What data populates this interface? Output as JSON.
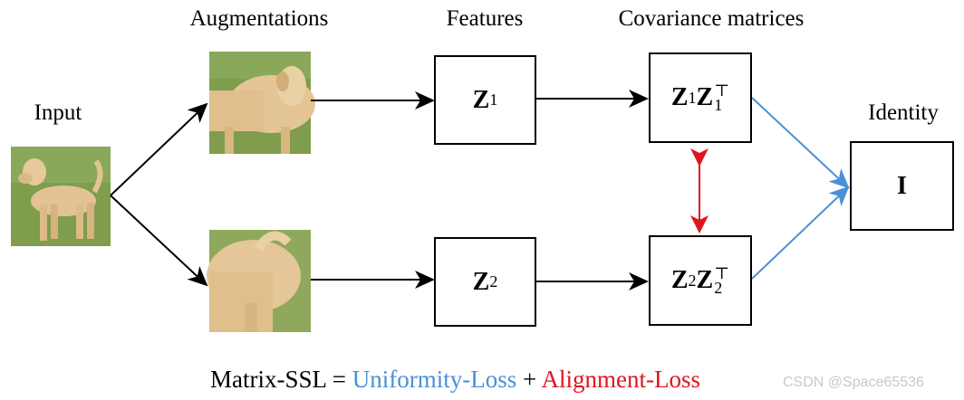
{
  "labels": {
    "input": "Input",
    "augmentations": "Augmentations",
    "features": "Features",
    "covariance": "Covariance matrices",
    "identity": "Identity"
  },
  "features": {
    "z1": {
      "symbol": "Z",
      "sub": "1"
    },
    "z2": {
      "symbol": "Z",
      "sub": "2"
    }
  },
  "covariance": {
    "c1": {
      "symbol": "Z",
      "sub": "1",
      "sup": "⊤"
    },
    "c2": {
      "symbol": "Z",
      "sub": "2",
      "sup": "⊤"
    }
  },
  "identity_symbol": "I",
  "formula": {
    "prefix": "Matrix-SSL = ",
    "uniformity": "Uniformity-Loss",
    "plus": " + ",
    "alignment": "Alignment-Loss"
  },
  "colors": {
    "uniformity": "#4a90d9",
    "alignment": "#e0141e",
    "arrow": "#000000",
    "grass": "#7a9a4a",
    "dog": "#e6c79a"
  },
  "watermark": "CSDN @Space65536",
  "images": {
    "input": "photo of yellow labrador dog standing on grass",
    "aug1": "cropped augmentation of dog head and body",
    "aug2": "cropped augmentation of dog rear and tail"
  }
}
